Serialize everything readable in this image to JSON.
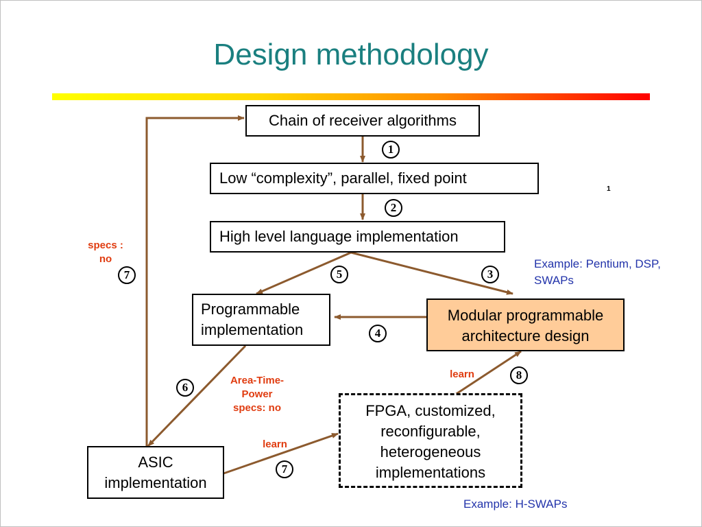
{
  "slide": {
    "title": "Design methodology",
    "footnote": "1"
  },
  "colors": {
    "title": "#1a7f7f",
    "arrow": "#8c5a2e",
    "red_label": "#e03c10",
    "blue_label": "#2233aa",
    "highlight_box": "#ffcc99"
  },
  "boxes": {
    "chain": "Chain of receiver algorithms",
    "low_complexity": "Low “complexity”, parallel, fixed point",
    "high_level": "High level language implementation",
    "programmable_1": "Programmable",
    "programmable_2": "implementation",
    "modular_1": "Modular programmable",
    "modular_2": "architecture design",
    "fpga_1": "FPGA, customized,",
    "fpga_2": "reconfigurable,",
    "fpga_3": "heterogeneous",
    "fpga_4": "implementations",
    "asic_1": "ASIC",
    "asic_2": "implementation"
  },
  "steps": {
    "s1": "1",
    "s2": "2",
    "s3": "3",
    "s4": "4",
    "s5": "5",
    "s6": "6",
    "s7_left": "7",
    "s7_bottom": "7",
    "s8": "8"
  },
  "labels": {
    "specs_1": "specs :",
    "specs_2": "no",
    "atp_1": "Area-Time-",
    "atp_2": "Power",
    "atp_3": "specs: no",
    "learn_top": "learn",
    "learn_bottom": "learn",
    "example_pentium_1": "Example: Pentium, DSP,",
    "example_pentium_2": "SWAPs",
    "example_hswaps": "Example: H-SWAPs"
  }
}
